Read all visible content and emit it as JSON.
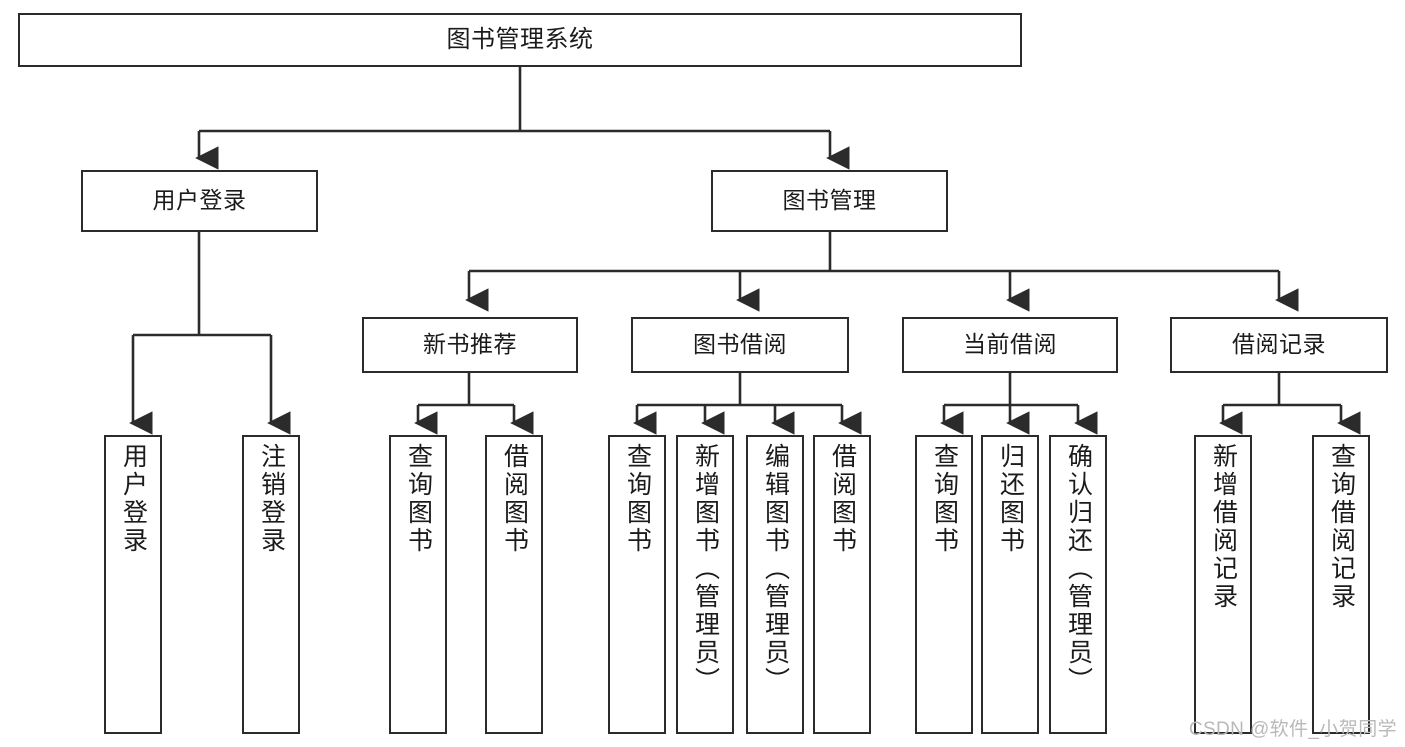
{
  "diagram": {
    "title": "图书管理系统",
    "type": "tree-hierarchy-chart",
    "orientation": "top-down",
    "colors": {
      "background": "#ffffff",
      "node_border": "#2b2b2b",
      "node_fill": "#ffffff",
      "edge": "#2b2b2b",
      "text": "#1b1b1b",
      "watermark": "#b9b9b9"
    },
    "watermark": "CSDN @软件_小贺同学"
  },
  "nodes": {
    "root": {
      "label": "图书管理系统"
    },
    "level2": [
      {
        "id": "user-login",
        "label": "用户登录"
      },
      {
        "id": "book-management",
        "label": "图书管理"
      }
    ],
    "level3": [
      {
        "id": "new-book-recommend",
        "label": "新书推荐"
      },
      {
        "id": "book-borrow",
        "label": "图书借阅"
      },
      {
        "id": "current-borrow",
        "label": "当前借阅"
      },
      {
        "id": "borrow-record",
        "label": "借阅记录"
      }
    ],
    "leaves": {
      "user_login": [
        {
          "id": "leaf-user-login",
          "label": "用户登录"
        },
        {
          "id": "leaf-logout-login",
          "label": "注销登录"
        }
      ],
      "new_book_recommend": [
        {
          "id": "leaf-query-book-1",
          "label": "查询图书"
        },
        {
          "id": "leaf-borrow-book-1",
          "label": "借阅图书"
        }
      ],
      "book_borrow": [
        {
          "id": "leaf-query-book-2",
          "label": "查询图书"
        },
        {
          "id": "leaf-add-book",
          "label": "新增图书（管理员）"
        },
        {
          "id": "leaf-edit-book",
          "label": "编辑图书（管理员）"
        },
        {
          "id": "leaf-borrow-book-2",
          "label": "借阅图书"
        }
      ],
      "current_borrow": [
        {
          "id": "leaf-query-book-3",
          "label": "查询图书"
        },
        {
          "id": "leaf-return-book",
          "label": "归还图书"
        },
        {
          "id": "leaf-confirm-return",
          "label": "确认归还（管理员）"
        }
      ],
      "borrow_record": [
        {
          "id": "leaf-add-record",
          "label": "新增借阅记录"
        },
        {
          "id": "leaf-query-record",
          "label": "查询借阅记录"
        }
      ]
    }
  }
}
